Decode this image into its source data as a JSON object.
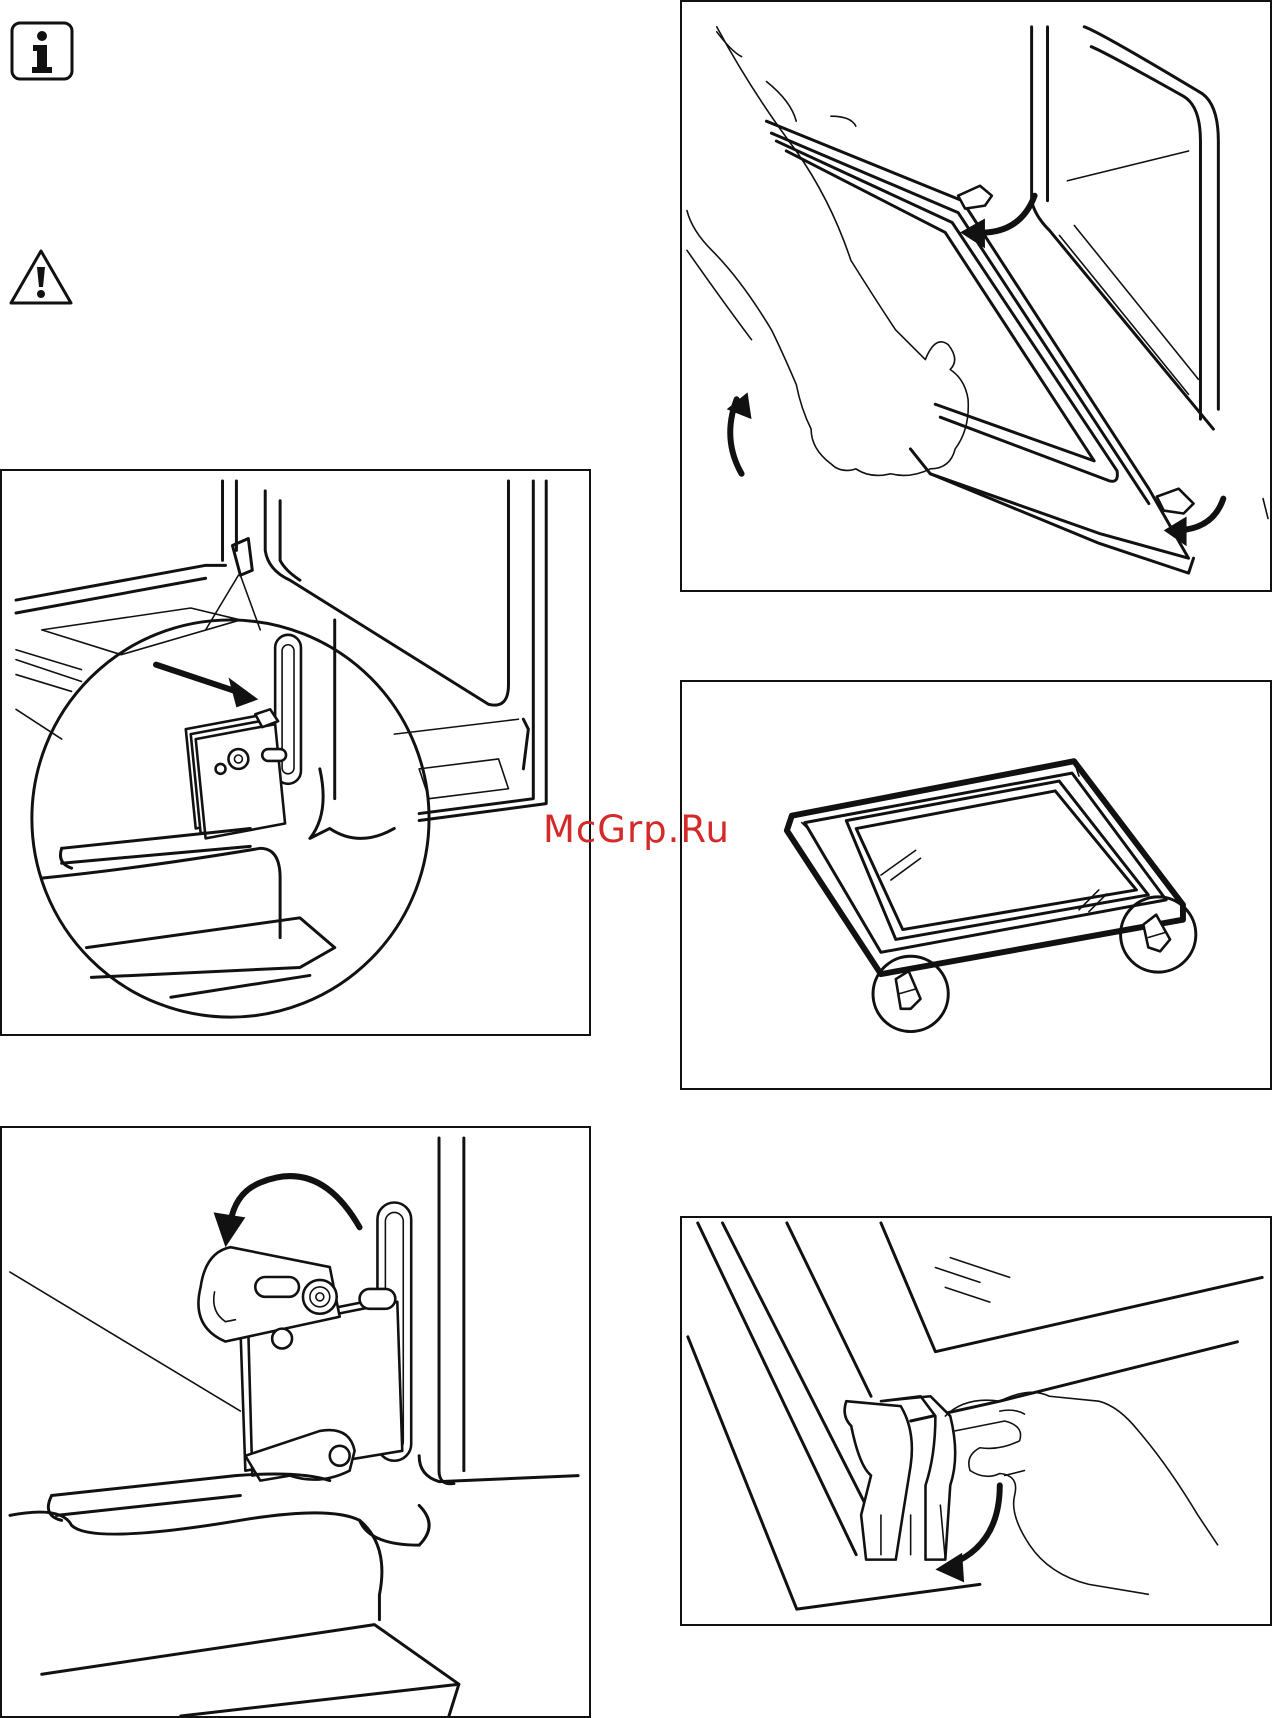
{
  "watermark": "McGrp.Ru",
  "icons": {
    "info": "info-icon",
    "warning": "warning-icon"
  },
  "figures": [
    {
      "name": "hinge-lever-closeup",
      "position": "left-top"
    },
    {
      "name": "hinge-lever-raised",
      "position": "left-bottom"
    },
    {
      "name": "door-lift-off",
      "position": "right-top"
    },
    {
      "name": "door-glass-panel",
      "position": "right-middle"
    },
    {
      "name": "door-clip-release",
      "position": "right-bottom"
    }
  ],
  "colors": {
    "line": "#111111",
    "watermark": "#d42a2a",
    "background": "#ffffff"
  }
}
